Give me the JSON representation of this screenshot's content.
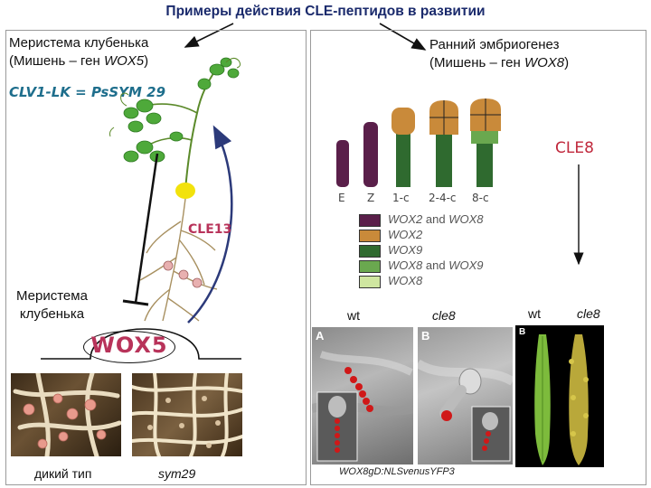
{
  "title": "Примеры действия CLE-пептидов в развитии",
  "left": {
    "heading_line1": "Меристема клубенька",
    "heading_line2_prefix": "(Мишень – ген ",
    "heading_line2_gene": "WOX5",
    "heading_line2_suffix": ")",
    "clv1_label": "CLV1-LK = PsSYM 29",
    "cle13_label": "CLE13",
    "meristem_line1": "Меристема",
    "meristem_line2": "клубенька",
    "wox5_label": "WOX5",
    "photo_caption_wt": "дикий тип",
    "photo_caption_mut": "sym29"
  },
  "right": {
    "heading_line1": "Ранний эмбриогенез",
    "heading_line2_prefix": "(Мишень – ген ",
    "heading_line2_gene": "WOX8",
    "heading_line2_suffix": ")",
    "cle8_label": "CLE8",
    "stages": [
      "E",
      "Z",
      "1-c",
      "2-4-c",
      "8-c"
    ],
    "legend": [
      {
        "gene": "WOX2",
        "and": " and ",
        "gene2": "WOX8",
        "color": "#5a1f4a"
      },
      {
        "gene": "WOX2",
        "and": "",
        "gene2": "",
        "color": "#c98a3a"
      },
      {
        "gene": "WOX9",
        "and": "",
        "gene2": "",
        "color": "#2f6a2f"
      },
      {
        "gene": "WOX8",
        "and": " and ",
        "gene2": "WOX9",
        "color": "#6aa84f"
      },
      {
        "gene": "WOX8",
        "and": "",
        "gene2": "",
        "color": "#cfe6a0"
      }
    ],
    "micro_wt": "wt",
    "micro_mut": "cle8",
    "micro_panel_a": "A",
    "micro_panel_b": "B",
    "micro_caption": "WOX8gD:NLSvenusYFP3",
    "silique_wt": "wt",
    "silique_mut": "cle8",
    "silique_panel": "B"
  },
  "colors": {
    "cle13": "#b8335a",
    "cle8": "#c0283c",
    "clv1": "#1e6e8c",
    "arrow_blue": "#2c3a7a"
  }
}
